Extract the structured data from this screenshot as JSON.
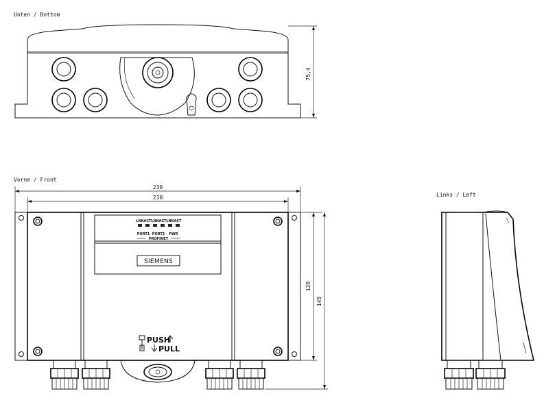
{
  "views": {
    "bottom": {
      "label": "Unten / Bottom",
      "height_dim": "75,4"
    },
    "front": {
      "label": "Vorne / Front",
      "width_outer_dim": "230",
      "width_inner_dim": "210",
      "height_inner_dim": "120",
      "height_outer_dim": "145",
      "led_labels": [
        "LNK",
        "ACT",
        "LNK",
        "ACT",
        "LNK",
        "ACT"
      ],
      "port_labels": [
        "PORT1",
        "PORT2",
        "PWR"
      ],
      "network_label": "PROFINET",
      "brand": "SIEMENS",
      "push_label": "PUSH",
      "pull_label": "PULL"
    },
    "left": {
      "label": "Links / Left"
    }
  }
}
